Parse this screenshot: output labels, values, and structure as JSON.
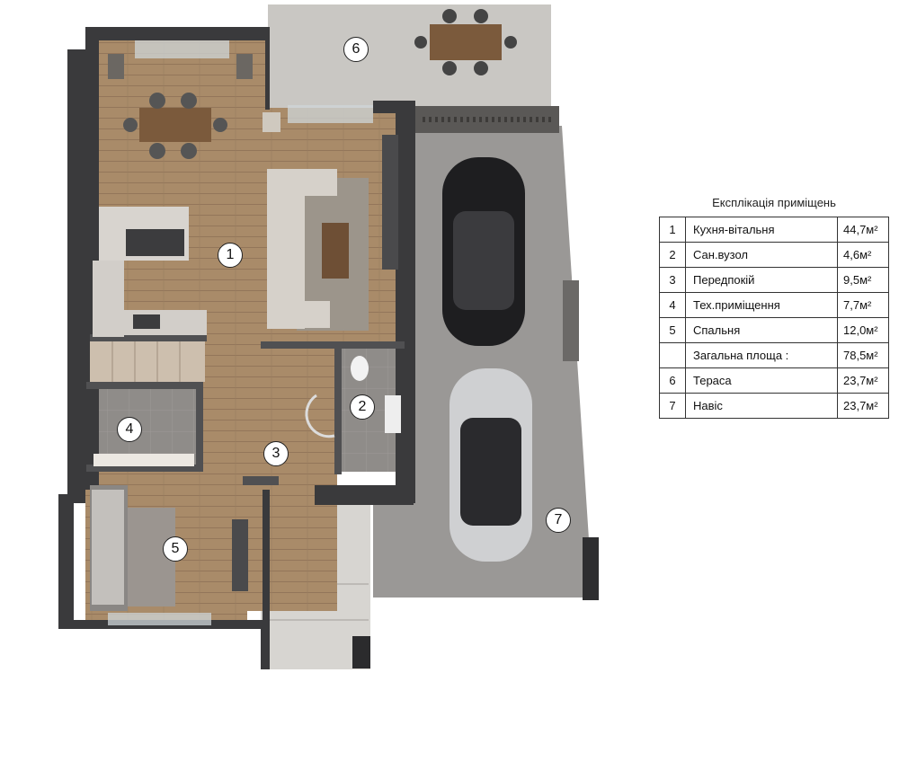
{
  "legend": {
    "title": "Експлікація приміщень",
    "rows": [
      {
        "no": "1",
        "name": "Кухня-вітальня",
        "area": "44,7м²"
      },
      {
        "no": "2",
        "name": "Сан.вузол",
        "area": "4,6м²"
      },
      {
        "no": "3",
        "name": "Передпокій",
        "area": "9,5м²"
      },
      {
        "no": "4",
        "name": "Тех.приміщення",
        "area": "7,7м²"
      },
      {
        "no": "5",
        "name": "Спальня",
        "area": "12,0м²"
      },
      {
        "no": "",
        "name": "Загальна площа :",
        "area": "78,5м²"
      },
      {
        "no": "6",
        "name": "Тераса",
        "area": "23,7м²"
      },
      {
        "no": "7",
        "name": "Навіс",
        "area": "23,7м²"
      }
    ]
  },
  "markers": {
    "m1": "1",
    "m2": "2",
    "m3": "3",
    "m4": "4",
    "m5": "5",
    "m6": "6",
    "m7": "7"
  },
  "colors": {
    "wall": "#3a3a3c",
    "floor_wood": "#a88a68",
    "floor_tile": "#8e8b88",
    "terrace": "#c9c7c3",
    "carport": "#9a9896",
    "car_dark": "#1e1e20",
    "car_light": "#cfd0d2"
  }
}
